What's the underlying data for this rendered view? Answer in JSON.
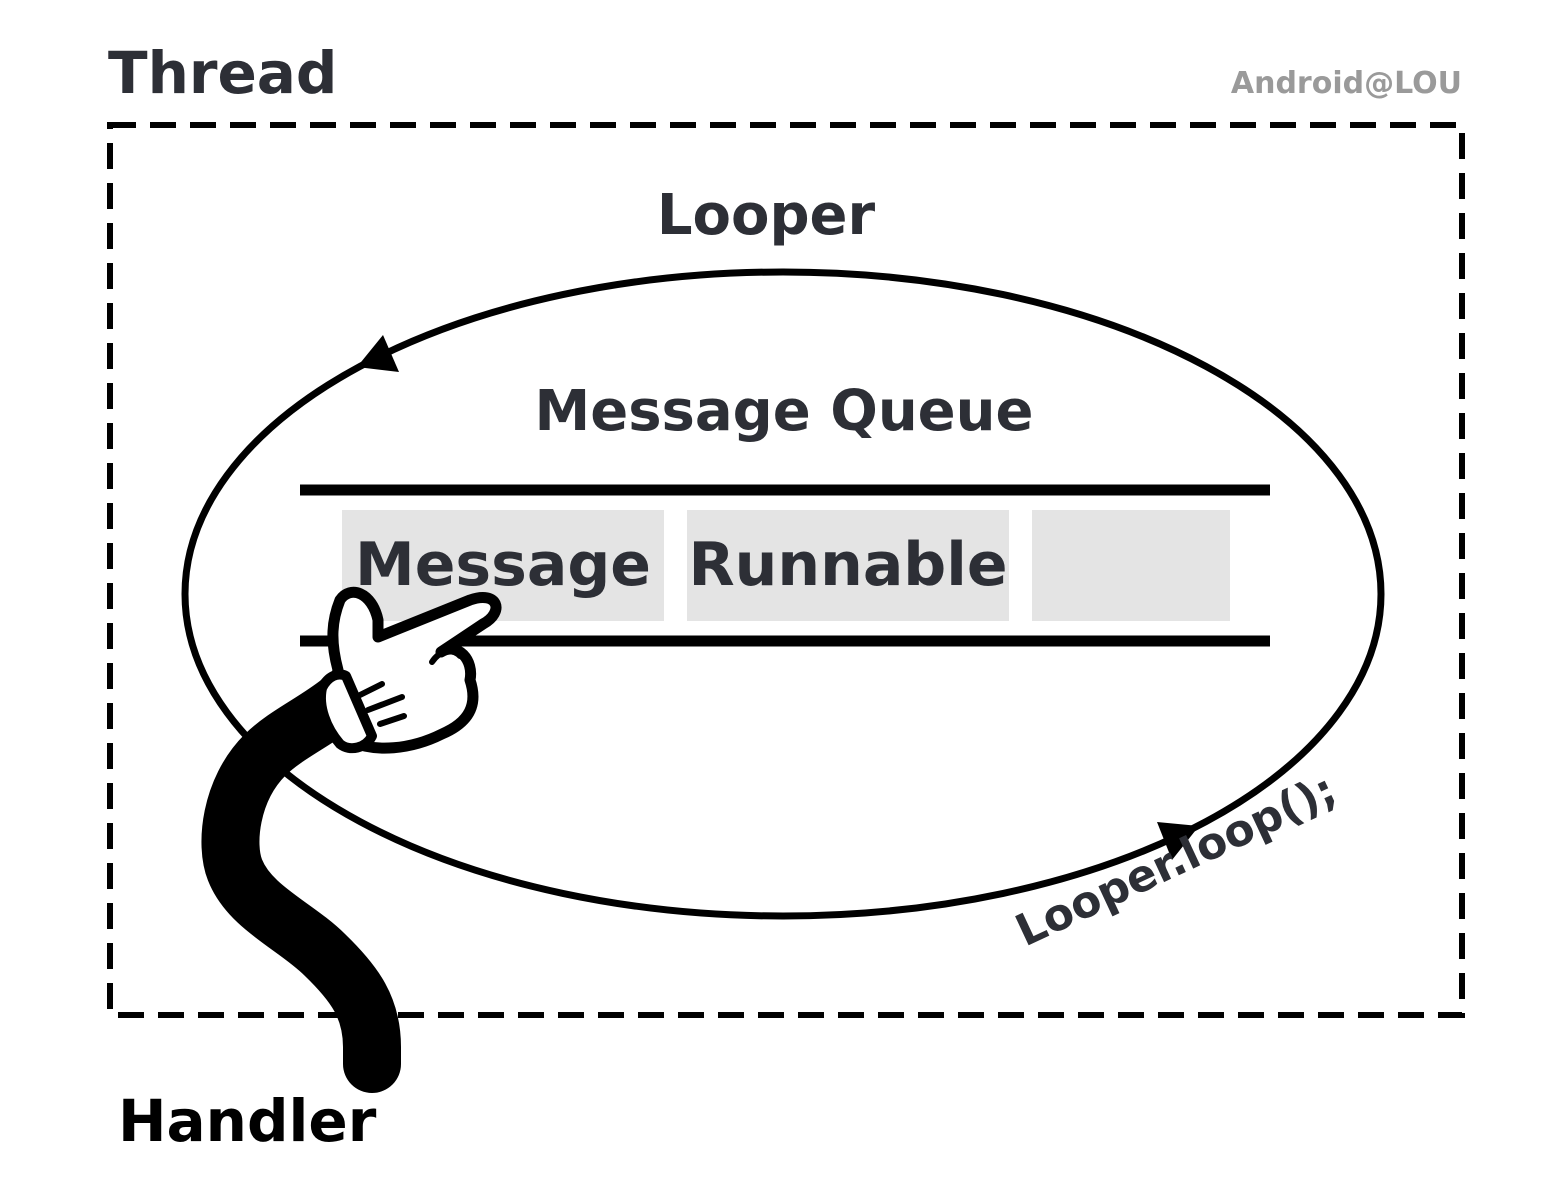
{
  "thread": {
    "label": "Thread"
  },
  "watermark": {
    "label": "Android@LOU"
  },
  "looper": {
    "label": "Looper",
    "loop_call": "Looper.loop();"
  },
  "message_queue": {
    "label": "Message Queue",
    "items": [
      {
        "label": "Message"
      },
      {
        "label": "Runnable"
      },
      {
        "label": ""
      }
    ]
  },
  "handler": {
    "label": "Handler",
    "icon": "pointing-hand-icon"
  },
  "colors": {
    "text": "#2d2f36",
    "stroke": "#000000",
    "slot_fill": "#e4e4e4",
    "watermark": "#9a9a9a",
    "background": "#ffffff"
  }
}
